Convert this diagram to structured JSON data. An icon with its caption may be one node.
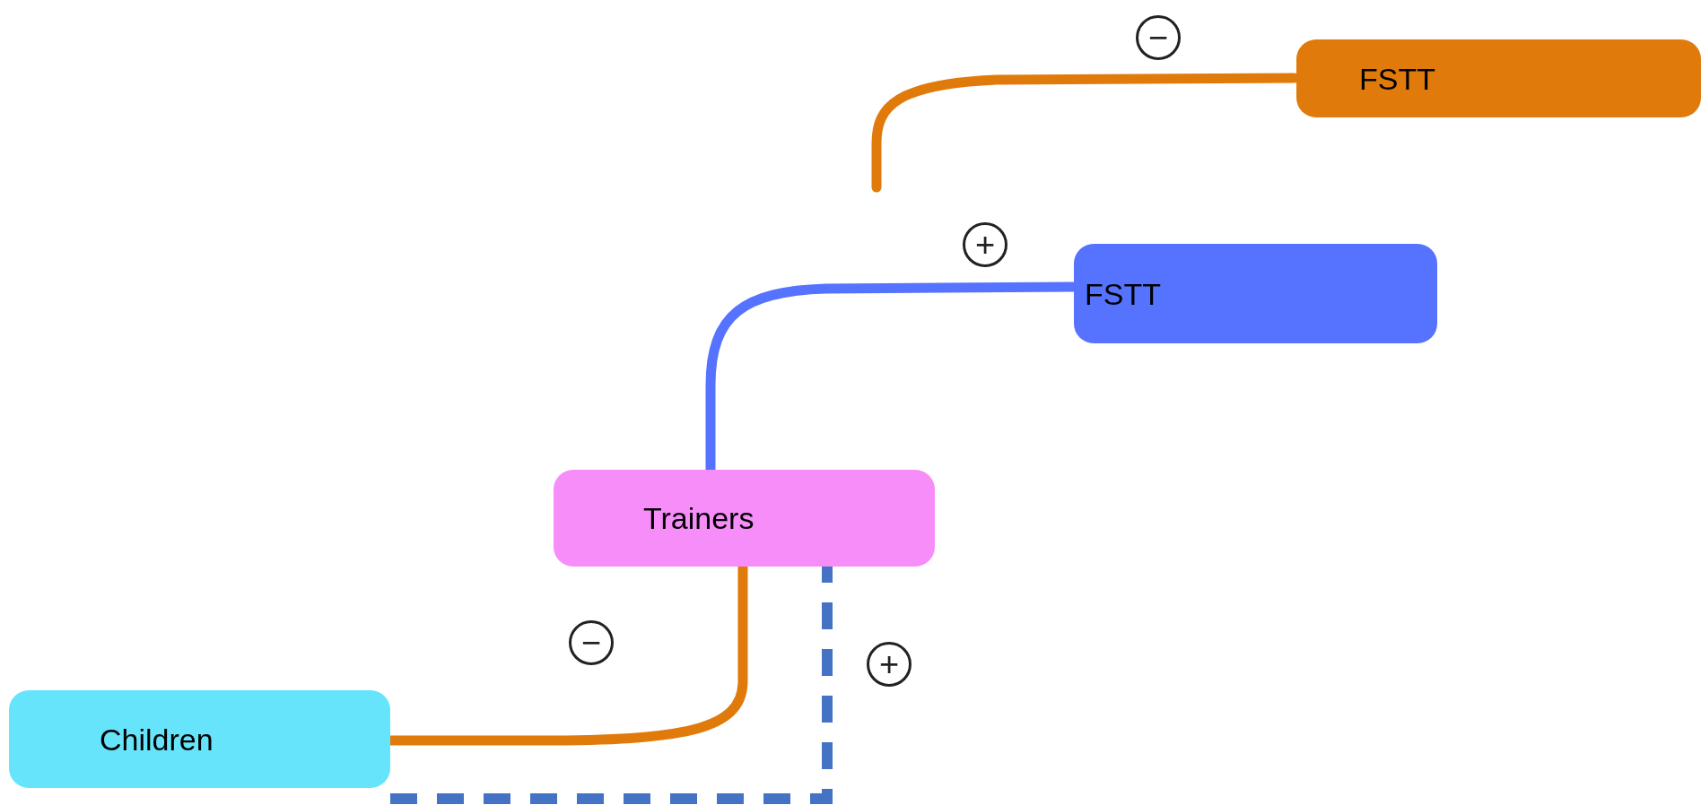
{
  "diagram": {
    "nodes": [
      {
        "text": [
          "FSTT"
        ]
      },
      {
        "text": [
          "FSTT"
        ]
      },
      {
        "text": [
          "Trainers"
        ]
      },
      {
        "text": [
          "Children"
        ]
      }
    ],
    "edges": [
      {
        "from": null,
        "to": 0,
        "arrow": "none",
        "label": "−",
        "color": "#e07b0b"
      },
      {
        "from": 2,
        "to": 1,
        "arrow": "none",
        "label": "+",
        "color": "#5573fe"
      },
      {
        "from": 2,
        "to": 3,
        "arrow": "none",
        "label": "−",
        "color": "#e07b0b"
      },
      {
        "from": 3,
        "to": 2,
        "arrow": "none",
        "label": "+",
        "color": "#4472c4",
        "style": "dashed"
      }
    ]
  }
}
